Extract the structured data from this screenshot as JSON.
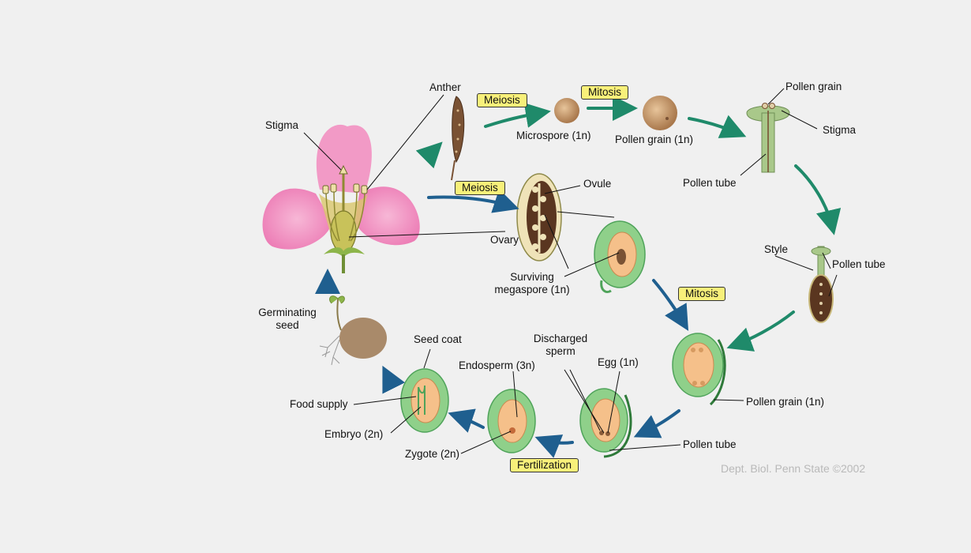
{
  "stages": {
    "meiosis": "Meiosis",
    "mitosis": "Mitosis",
    "fertilization": "Fertilization"
  },
  "labels": {
    "stigma": "Stigma",
    "anther": "Anther",
    "microspore": "Microspore (1n)",
    "pollen_grain": "Pollen grain (1n)",
    "pollen_grain_top": "Pollen grain",
    "stigma_right": "Stigma",
    "pollen_tube": "Pollen tube",
    "ovule": "Ovule",
    "ovary": "Ovary",
    "surviving_megaspore": "Surviving megaspore (1n)",
    "style": "Style",
    "pollen_tube_style": "Pollen tube",
    "germinating_seed": "Germinating seed",
    "seed_coat": "Seed coat",
    "food_supply": "Food supply",
    "embryo": "Embryo (2n)",
    "zygote": "Zygote (2n)",
    "endosperm": "Endosperm (3n)",
    "discharged_sperm": "Discharged sperm",
    "egg": "Egg (1n)",
    "pollen_grain_bottom": "Pollen grain (1n)",
    "pollen_tube_bottom": "Pollen tube"
  },
  "credit": "Dept. Biol. Penn State ©2002",
  "colors": {
    "background": "#f0f0f0",
    "badge_fill": "#f8f07a",
    "green_arrow": "#1f8a6a",
    "blue_arrow": "#1f5f8f",
    "petal": "#f08cc0",
    "ovule_green": "#8fd08a",
    "embryo_sac": "#f5c08a"
  }
}
